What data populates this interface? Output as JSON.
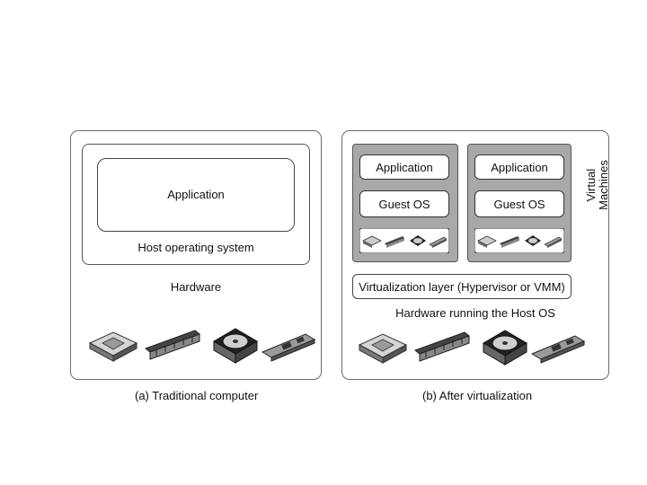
{
  "panel_a": {
    "application": "Application",
    "host_os": "Host operating system",
    "hardware": "Hardware",
    "caption": "(a) Traditional computer",
    "hardware_icons": [
      "cpu-icon",
      "memory-icon",
      "hard-disk-icon",
      "network-card-icon"
    ]
  },
  "panel_b": {
    "vm1": {
      "application": "Application",
      "guest_os": "Guest OS"
    },
    "vm2": {
      "application": "Application",
      "guest_os": "Guest OS"
    },
    "virtual_machines_line1": "Virtual",
    "virtual_machines_line2": "Machines",
    "virtualization_layer": "Virtualization layer (Hypervisor or VMM)",
    "hardware": "Hardware running the Host OS",
    "caption": "(b) After virtualization",
    "hardware_icons": [
      "cpu-icon",
      "memory-icon",
      "hard-disk-icon",
      "network-card-icon"
    ]
  }
}
